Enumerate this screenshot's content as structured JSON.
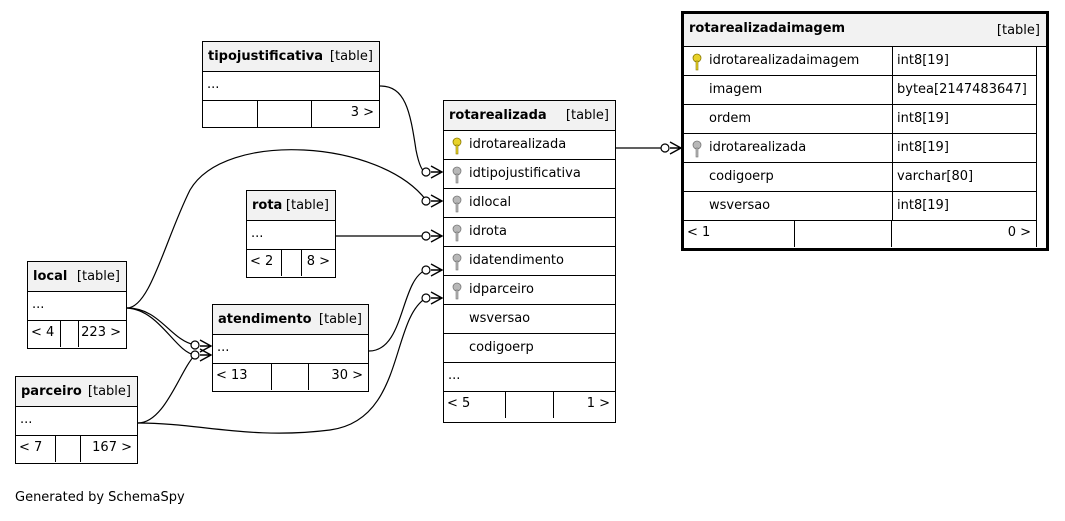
{
  "tables": {
    "tipojustificativa": {
      "name": "tipojustificativa",
      "tag": "[table]",
      "ellipsis": "...",
      "children": "",
      "parents": "3 >"
    },
    "rota": {
      "name": "rota",
      "tag": "[table]",
      "ellipsis": "...",
      "children": "< 2",
      "parents": "8 >"
    },
    "local": {
      "name": "local",
      "tag": "[table]",
      "ellipsis": "...",
      "children": "< 4",
      "parents": "223 >"
    },
    "atendimento": {
      "name": "atendimento",
      "tag": "[table]",
      "ellipsis": "...",
      "children": "< 13",
      "parents": "30 >"
    },
    "parceiro": {
      "name": "parceiro",
      "tag": "[table]",
      "ellipsis": "...",
      "children": "< 7",
      "parents": "167 >"
    },
    "rotarealizada": {
      "name": "rotarealizada",
      "tag": "[table]",
      "columns": [
        {
          "name": "idrotarealizada",
          "key": "primary"
        },
        {
          "name": "idtipojustificativa",
          "key": "foreign"
        },
        {
          "name": "idlocal",
          "key": "foreign"
        },
        {
          "name": "idrota",
          "key": "foreign"
        },
        {
          "name": "idatendimento",
          "key": "foreign"
        },
        {
          "name": "idparceiro",
          "key": "foreign"
        },
        {
          "name": "wsversao",
          "key": "none"
        },
        {
          "name": "codigoerp",
          "key": "none"
        }
      ],
      "ellipsis": "...",
      "children": "< 5",
      "parents": "1 >"
    },
    "rotarealizadaimagem": {
      "name": "rotarealizadaimagem",
      "tag": "[table]",
      "columns": [
        {
          "name": "idrotarealizadaimagem",
          "type": "int8[19]",
          "key": "primary"
        },
        {
          "name": "imagem",
          "type": "bytea[2147483647]",
          "key": "none"
        },
        {
          "name": "ordem",
          "type": "int8[19]",
          "key": "none"
        },
        {
          "name": "idrotarealizada",
          "type": "int8[19]",
          "key": "foreign"
        },
        {
          "name": "codigoerp",
          "type": "varchar[80]",
          "key": "none"
        },
        {
          "name": "wsversao",
          "type": "int8[19]",
          "key": "none"
        }
      ],
      "children": "< 1",
      "parents": "0 >"
    }
  },
  "colors": {
    "primary_key": "#e8d22a",
    "foreign_key": "#b8b8b8",
    "header_bg": "#f2f2f2",
    "line": "#000000"
  },
  "footer": "Generated by SchemaSpy"
}
